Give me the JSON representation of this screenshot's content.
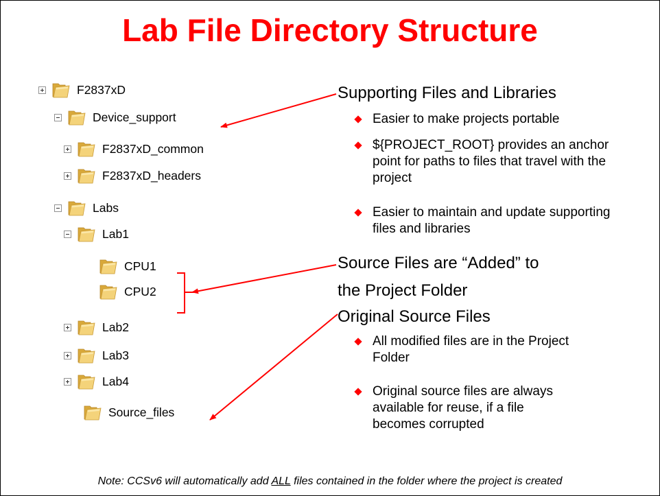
{
  "title": "Lab File Directory Structure",
  "tree": [
    {
      "label": "F2837xD",
      "expander": "plus"
    },
    {
      "label": "Device_support",
      "expander": "minus"
    },
    {
      "label": "F2837xD_common",
      "expander": "plus"
    },
    {
      "label": "F2837xD_headers",
      "expander": "plus"
    },
    {
      "label": "Labs",
      "expander": "minus"
    },
    {
      "label": "Lab1",
      "expander": "minus"
    },
    {
      "label": "CPU1",
      "expander": "none"
    },
    {
      "label": "CPU2",
      "expander": "none"
    },
    {
      "label": "Lab2",
      "expander": "plus"
    },
    {
      "label": "Lab3",
      "expander": "plus"
    },
    {
      "label": "Lab4",
      "expander": "plus"
    },
    {
      "label": "Source_files",
      "expander": "none"
    }
  ],
  "annotations": {
    "supporting": {
      "heading": "Supporting Files and Libraries",
      "bullets": [
        "Easier to make projects portable",
        "${PROJECT_ROOT} provides an anchor point for paths to files that travel with the project",
        "Easier to maintain and update supporting files and libraries"
      ]
    },
    "source_added": {
      "line1": "Source Files are “Added” to",
      "line2": "the Project Folder"
    },
    "original": {
      "heading": "Original Source Files",
      "bullets": [
        "All modified files are in the Project Folder",
        "Original source files are always available for reuse, if a file becomes corrupted"
      ]
    }
  },
  "note": {
    "prefix": "Note: CCSv6 will automatically add ",
    "emphasis": "ALL",
    "suffix": " files contained in the folder where the project is created"
  },
  "colors": {
    "title": "#ff0000",
    "arrows": "#ff0000",
    "bullets": "#ff0000",
    "folder": "#e8c25c"
  }
}
